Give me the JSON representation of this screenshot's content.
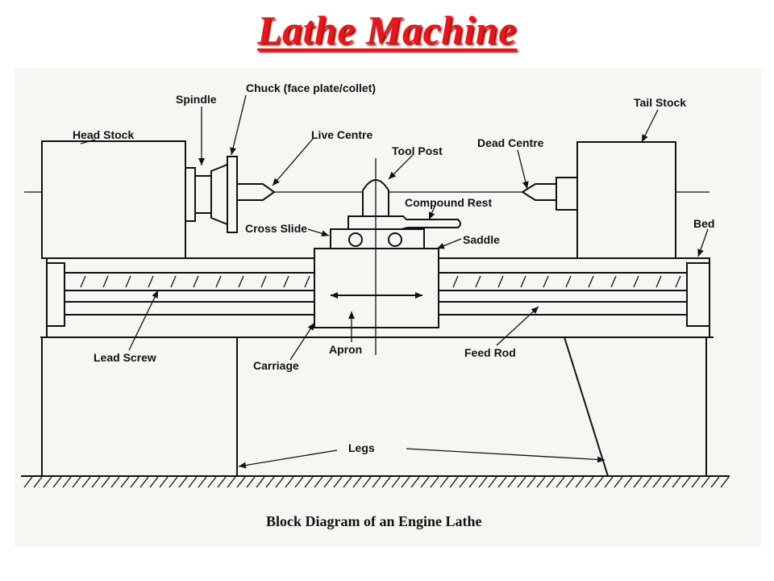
{
  "title": "Lathe Machine",
  "caption": "Block Diagram of an Engine Lathe",
  "labels": {
    "head_stock": "Head Stock",
    "spindle": "Spindle",
    "chuck": "Chuck (face plate/collet)",
    "live_centre": "Live Centre",
    "tool_post": "Tool Post",
    "dead_centre": "Dead Centre",
    "tail_stock": "Tail Stock",
    "compound_rest": "Compound Rest",
    "cross_slide": "Cross Slide",
    "saddle": "Saddle",
    "bed": "Bed",
    "lead_screw": "Lead Screw",
    "carriage": "Carriage",
    "apron": "Apron",
    "feed_rod": "Feed Rod",
    "legs": "Legs"
  },
  "colors": {
    "title": "#e8161b",
    "panel": "#f6f6f3",
    "ink": "#111111"
  }
}
